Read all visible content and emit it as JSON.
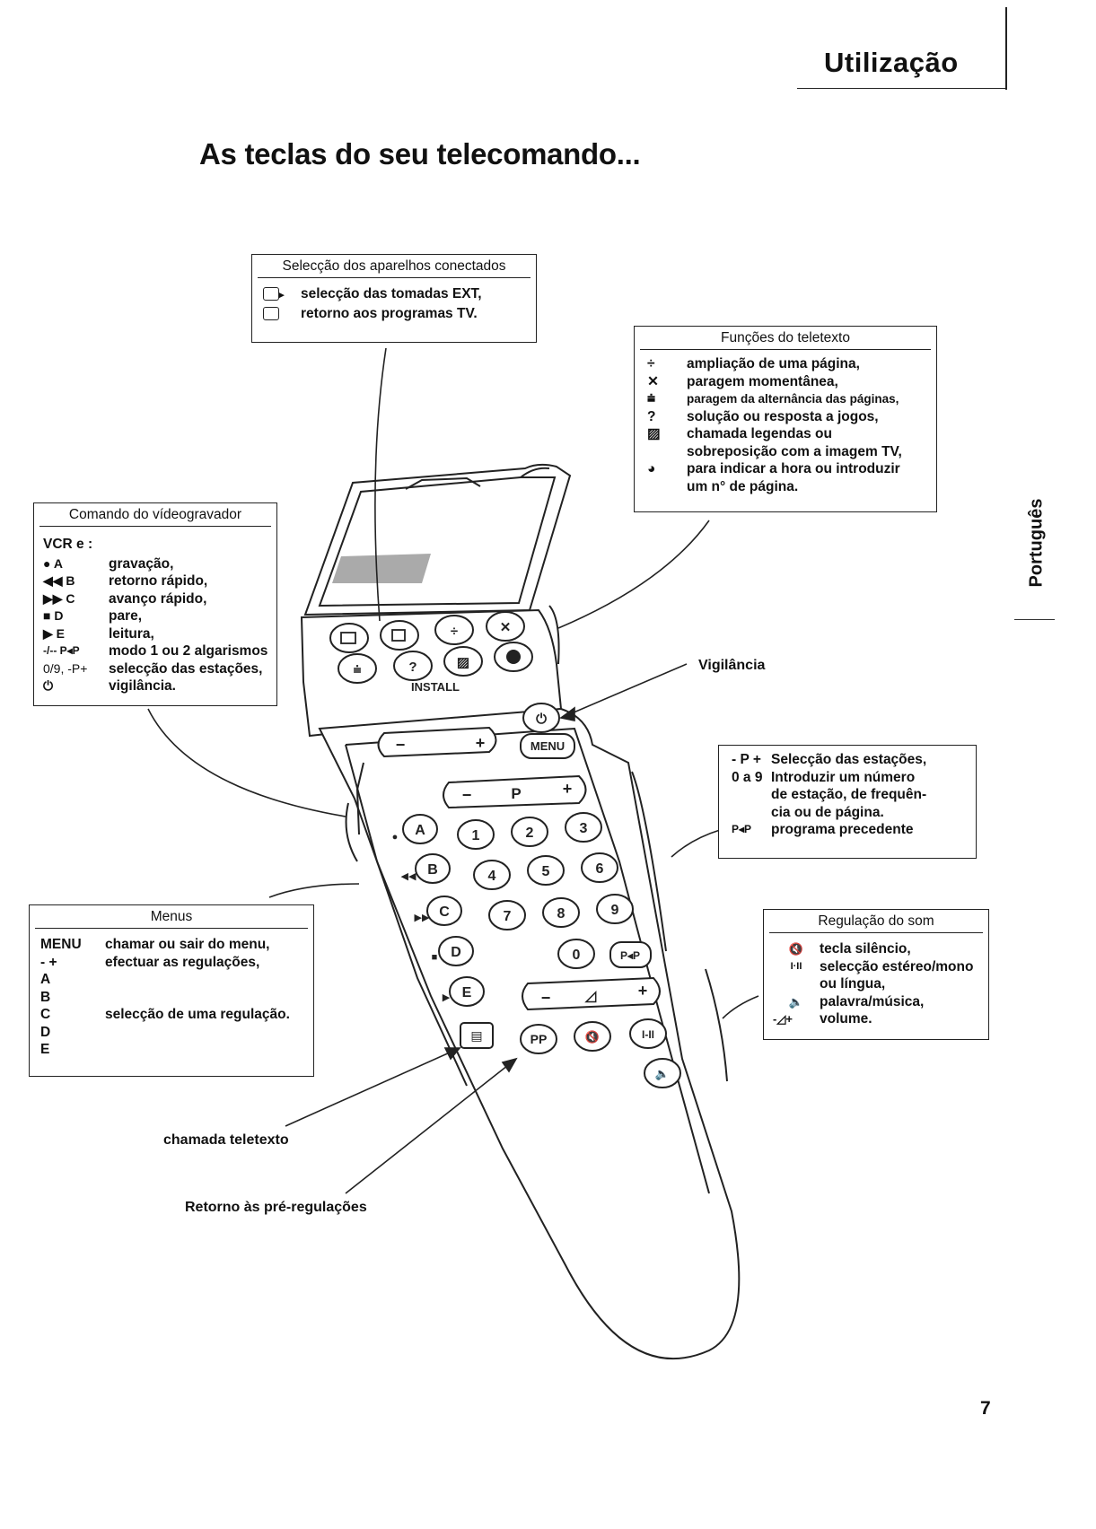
{
  "header": {
    "title": "Utilização"
  },
  "page_title": "As teclas do seu telecomando...",
  "side_tab": "Português",
  "page_number": "7",
  "boxes": {
    "aparelhos": {
      "title": "Selecção dos aparelhos conectados",
      "items": [
        {
          "icon": "ext-socket-icon",
          "text": "selecção das tomadas EXT,"
        },
        {
          "icon": "tv-icon",
          "text": "retorno aos programas TV."
        }
      ]
    },
    "teletexto": {
      "title": "Funções do teletexto",
      "items": [
        {
          "sym": "÷",
          "text": "ampliação de uma página,"
        },
        {
          "sym": "✕",
          "text": "paragem momentânea,"
        },
        {
          "sym": "⩧",
          "text": "paragem da alternância das páginas,"
        },
        {
          "sym": "?",
          "text": "solução ou resposta a jogos,"
        },
        {
          "sym": "▨",
          "text": "chamada legendas ou"
        },
        {
          "sym": "",
          "text": "sobreposição com a imagem TV,"
        },
        {
          "sym": "◕",
          "text": "para indicar a hora ou introduzir"
        },
        {
          "sym": "",
          "text": "um n° de página."
        }
      ]
    },
    "video": {
      "title": "Comando do vídeogravador",
      "intro": "VCR e :",
      "items": [
        {
          "key": "● A",
          "text": "gravação,"
        },
        {
          "key": "◀◀ B",
          "text": "retorno rápido,"
        },
        {
          "key": "▶▶ C",
          "text": "avanço rápido,"
        },
        {
          "key": "■ D",
          "text": "pare,"
        },
        {
          "key": "▶ E",
          "text": "leitura,"
        },
        {
          "key": "-/-- P◂P",
          "text": "modo 1 ou 2 algarismos"
        },
        {
          "key": "0/9, -P+",
          "text": "selecção das estações,"
        },
        {
          "key": "⏻",
          "text": "vigilância."
        }
      ]
    },
    "estacoes": {
      "items": [
        {
          "key": "- P +",
          "text": "Selecção das estações,"
        },
        {
          "key": "0 a 9",
          "text": "Introduzir um número"
        },
        {
          "key": "",
          "text": "de estação, de frequên-"
        },
        {
          "key": "",
          "text": "cia ou de página."
        },
        {
          "key": "P◂P",
          "text": "programa precedente"
        }
      ]
    },
    "menus": {
      "title": "Menus",
      "items": [
        {
          "key": "MENU",
          "text": "chamar ou sair do menu,"
        },
        {
          "key": "- +",
          "text": "efectuar as regulações,"
        },
        {
          "key": "A",
          "text": ""
        },
        {
          "key": "B",
          "text": ""
        },
        {
          "key": "C",
          "text": "selecção de uma regulação."
        },
        {
          "key": "D",
          "text": ""
        },
        {
          "key": "E",
          "text": ""
        }
      ]
    },
    "som": {
      "title": "Regulação do som",
      "items": [
        {
          "key": "🔇",
          "text": "tecla silêncio,"
        },
        {
          "key": "I·II",
          "text": "selecção estéreo/mono"
        },
        {
          "key": "",
          "text": "ou língua,"
        },
        {
          "key": "🔈",
          "text": "palavra/música,"
        },
        {
          "key": "-◿+",
          "text": "volume."
        }
      ]
    }
  },
  "callouts": {
    "vigilancia": "Vigilância",
    "teletexto": "chamada teletexto",
    "preregulacoes": "Retorno às pré-regulações"
  },
  "remote": {
    "install_label": "INSTALL",
    "menu_label": "MENU",
    "p_label": "P",
    "pp_label": "PP",
    "ppp_label": "P◂P",
    "digits": [
      "1",
      "2",
      "3",
      "4",
      "5",
      "6",
      "7",
      "8",
      "9",
      "0"
    ],
    "letters": [
      "A",
      "B",
      "C",
      "D",
      "E"
    ],
    "dual_label": "I-II"
  }
}
